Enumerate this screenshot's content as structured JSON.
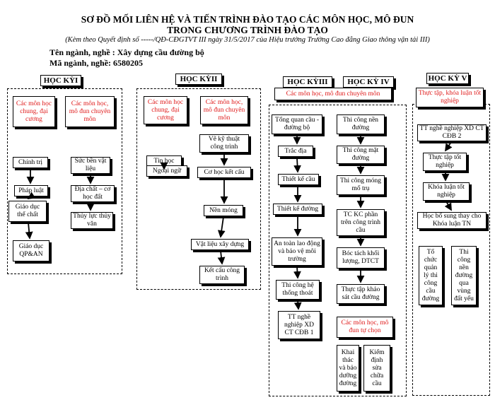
{
  "header": {
    "title_line1": "SƠ ĐỒ MỐI LIÊN HỆ VÀ TIẾN TRÌNH ĐÀO TẠO CÁC MÔN HỌC, MÔ ĐUN",
    "title_line2": "TRONG CHƯƠNG TRÌNH ĐÀO TẠO",
    "subtitle": "(Kèm theo Quyết định số -----/QĐ-CĐGTVT III ngày 31/5/2017 của Hiệu trưởng Trường Cao đẳng Giao thông vận tải III)",
    "major_name": "Tên ngành, nghề : Xây dựng cầu đường bộ",
    "major_code": "Mã ngành, nghề: 6580205"
  },
  "semesters": {
    "hk1": "HỌC KỲI",
    "hk2": "HỌC KỲII",
    "hk3": "HỌC KỲIII",
    "hk4": "HỌC KỲ IV",
    "hk5": "HỌC KỲ V"
  },
  "groups": {
    "general": "Các môn học chung, đại cương",
    "specialized": "Các môn học, mô đun chuyên môn",
    "specialized_34": "Các môn học, mô đun chuyên môn",
    "internship": "Thực tập, khóa luận tốt nghiệp",
    "elective": "Các môn học, mô đun tự chọn"
  },
  "courses": {
    "s1_general": [
      "Chính trị",
      "Pháp luật",
      "Giáo dục thể chất",
      "Giáo dục QP&AN"
    ],
    "s1_special": [
      "Sức bền vật liệu",
      "Địa chất – cơ học đất",
      "Thủy lực thủy văn"
    ],
    "s2_general": [
      "Tin học",
      "Ngoại ngữ"
    ],
    "s2_special": [
      "Vẽ kỹ thuật công trình",
      "Cơ học kết cấu",
      "Nền móng",
      "Vật liệu xây dựng",
      "Kết cấu công trình"
    ],
    "s3": [
      "Tổng quan cầu - đường bộ",
      "Trắc địa",
      "Thiết kế cầu",
      "Thiết kế đường",
      "An toàn lao động và bảo vệ môi trường",
      "Thi công hệ thống thoát",
      "TT nghề nghiệp XD CT CĐB 1"
    ],
    "s4": [
      "Thi công nền đường",
      "Thi công mặt đường",
      "Thi công móng mố trụ",
      "TC KC phần trên công trình cầu",
      "Bóc tách khối lượng, DTCT",
      "Thực tập khảo sát cầu đường"
    ],
    "s4_elective": [
      "Khai thác và bảo dưỡng đường",
      "Kiểm định sửa chữa cầu"
    ],
    "s5": [
      "TT nghề nghiệp XD CT CĐB 2",
      "Thực tập tốt nghiệp",
      "Khóa luận tốt nghiệp",
      "Học bổ sung thay cho Khóa luận TN"
    ],
    "s5_options": [
      "Tổ chức quản lý thi công cầu đường",
      "Thi công nền đường qua vùng đất yếu"
    ]
  }
}
